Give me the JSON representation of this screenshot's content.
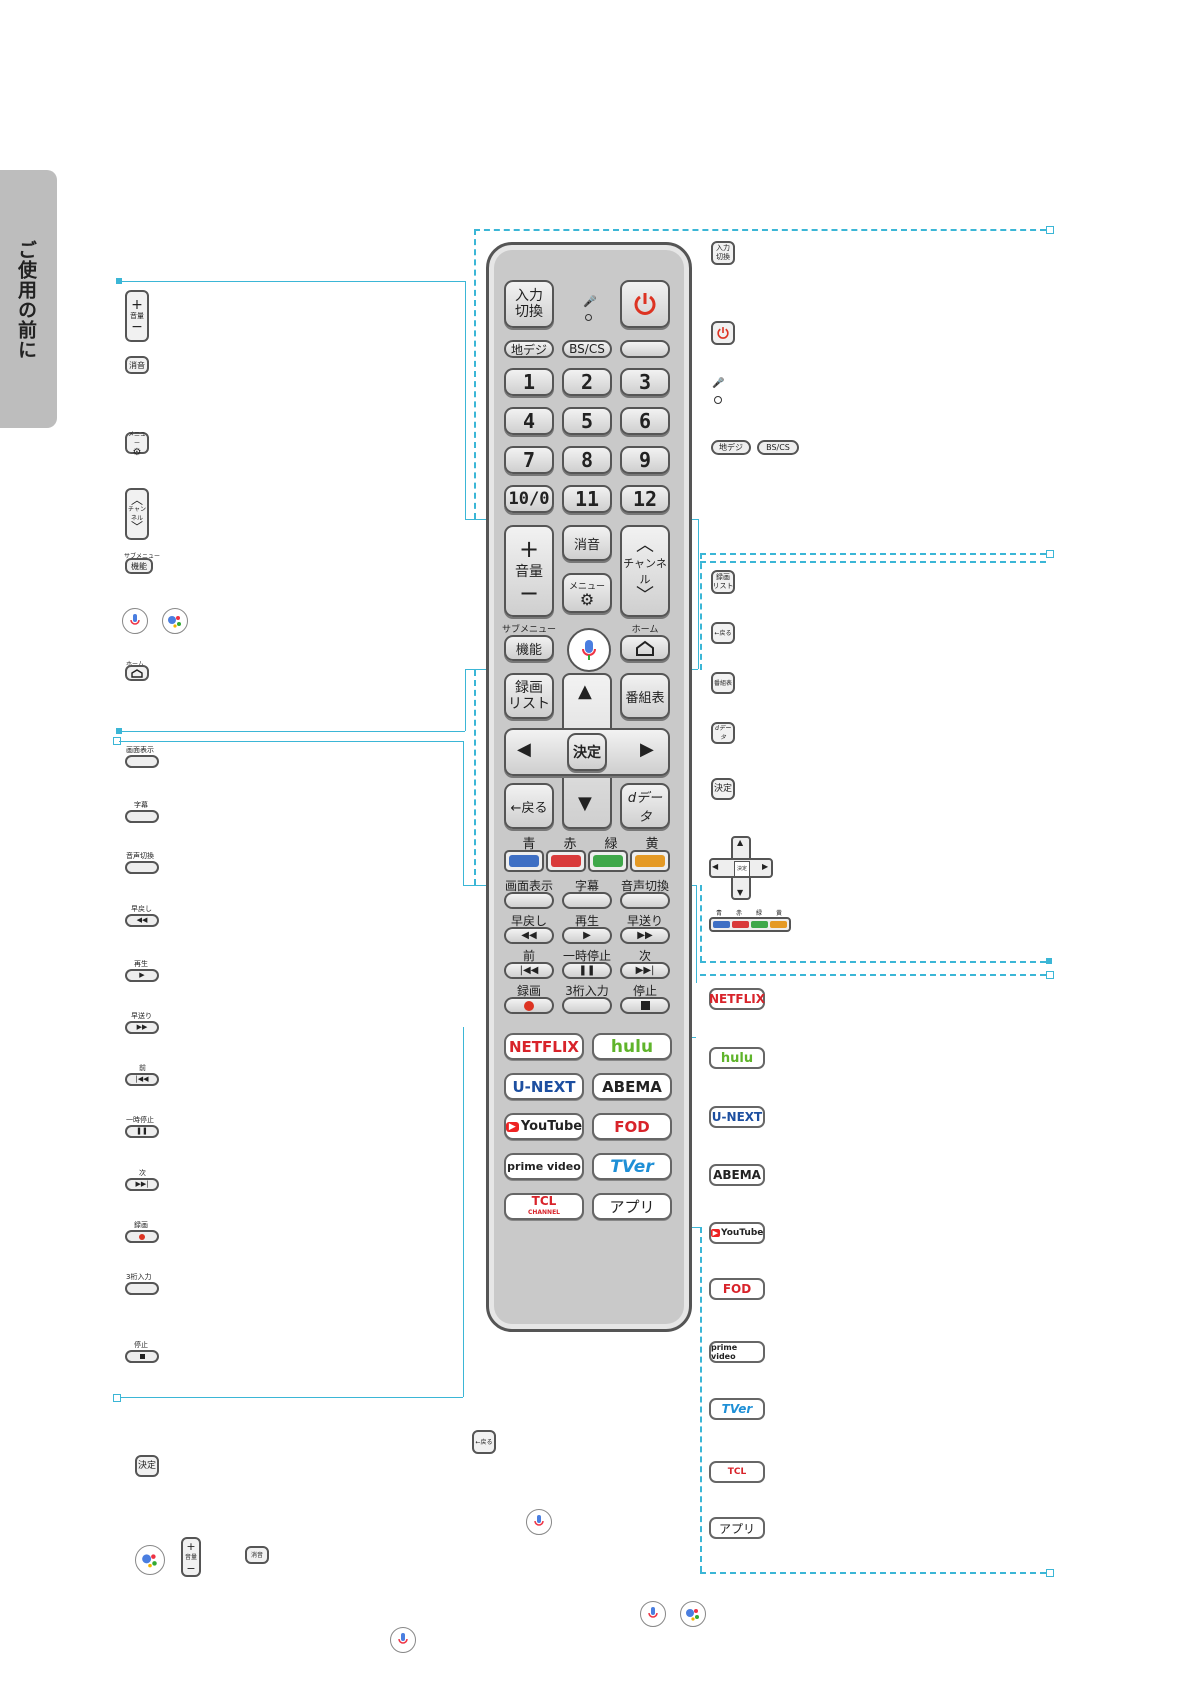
{
  "side_tab": "ご使用の前に",
  "remote": {
    "top": {
      "input": "入力\n切換",
      "terrestrial": "地デジ",
      "bscs": "BS/CS"
    },
    "numbers": [
      "1",
      "2",
      "3",
      "4",
      "5",
      "6",
      "7",
      "8",
      "9",
      "10/0",
      "11",
      "12"
    ],
    "volume": {
      "plus": "+",
      "label": "音量",
      "minus": "−"
    },
    "mute": "消音",
    "menu": "メニュー",
    "channel": "チャンネル",
    "submenu_label": "サブメニュー",
    "function": "機能",
    "home_label": "ホーム",
    "recorded": "録画\nリスト",
    "guide": "番組表",
    "ok": "決定",
    "back": "←戻る",
    "ddata": "dデータ",
    "colors": [
      {
        "label": "青",
        "color": "#3e6fc4"
      },
      {
        "label": "赤",
        "color": "#d93a3a"
      },
      {
        "label": "緑",
        "color": "#3fa84a"
      },
      {
        "label": "黄",
        "color": "#e59a25"
      }
    ],
    "row_a": [
      "画面表示",
      "字幕",
      "音声切換"
    ],
    "row_b": [
      "早戻し",
      "再生",
      "早送り"
    ],
    "row_c": [
      "前",
      "一時停止",
      "次"
    ],
    "row_d": [
      "録画",
      "3桁入力",
      "停止"
    ],
    "services": [
      "NETFLIX",
      "hulu",
      "U-NEXT",
      "ABEMA",
      "YouTube",
      "FOD",
      "prime video",
      "TVer",
      "TCL",
      "アプリ"
    ],
    "tcl_sub": "CHANNEL"
  },
  "left_icons": {
    "vol": "音量",
    "mute": "消音",
    "menu": "メニュー",
    "channel": "チャンネル",
    "submenu": "サブメニュー",
    "function": "機能",
    "home": "ホーム"
  },
  "left_pills": [
    "画面表示",
    "字幕",
    "音声切換",
    "早戻し",
    "再生",
    "早送り",
    "前",
    "一時停止",
    "次",
    "録画",
    "3桁入力",
    "停止"
  ],
  "right_icons": {
    "input": "入力\n切換",
    "terrestrial": "地デジ",
    "bscs": "BS/CS",
    "recorded": "録画\nリスト",
    "back": "←戻る",
    "guide": "番組表",
    "ddata": "dデータ",
    "ok": "決定",
    "color_labels": [
      "青",
      "赤",
      "緑",
      "黄"
    ]
  },
  "right_services": [
    "NETFLIX",
    "hulu",
    "U-NEXT",
    "ABEMA",
    "YouTube",
    "FOD",
    "prime video",
    "TVer",
    "TCL",
    "アプリ"
  ],
  "bottom": {
    "ok": "決定",
    "back": "←戻る",
    "mute": "消音",
    "vol": "音量"
  }
}
